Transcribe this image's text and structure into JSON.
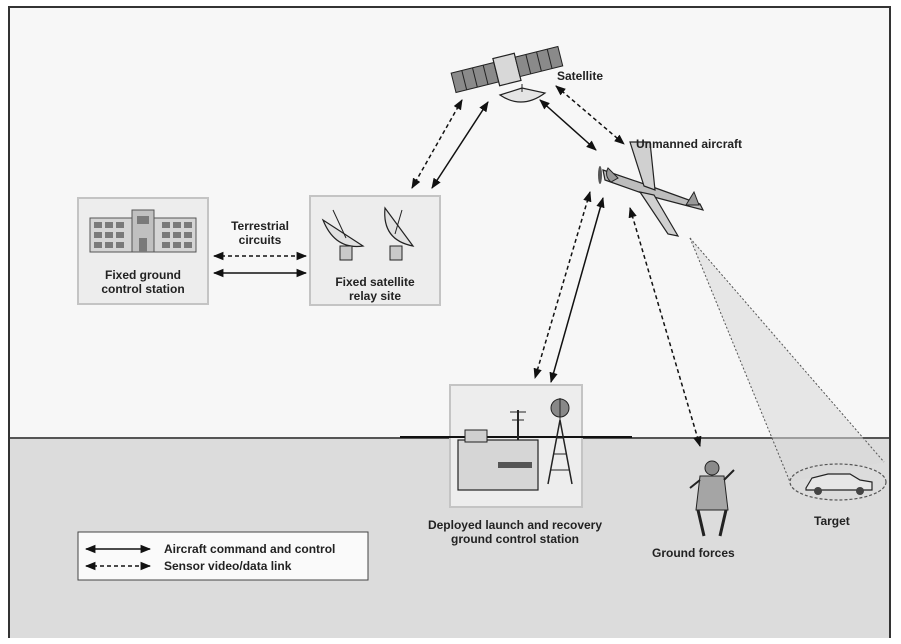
{
  "labels": {
    "satellite": "Satellite",
    "unmanned_aircraft": "Unmanned aircraft",
    "terrestrial_line1": "Terrestrial",
    "terrestrial_line2": "circuits",
    "fixed_gcs_line1": "Fixed ground",
    "fixed_gcs_line2": "control station",
    "relay_line1": "Fixed satellite",
    "relay_line2": "relay site",
    "deployed_line1": "Deployed launch and recovery",
    "deployed_line2": "ground control station",
    "ground_forces": "Ground forces",
    "target": "Target"
  },
  "legend": {
    "command_control": "Aircraft command and control",
    "sensor_link": "Sensor video/data link"
  },
  "colors": {
    "line": "#111111",
    "sky": "#f7f7f7",
    "ground": "#dcdcdc",
    "box_fill": "#ededed",
    "box_border": "#c4c4c4"
  }
}
